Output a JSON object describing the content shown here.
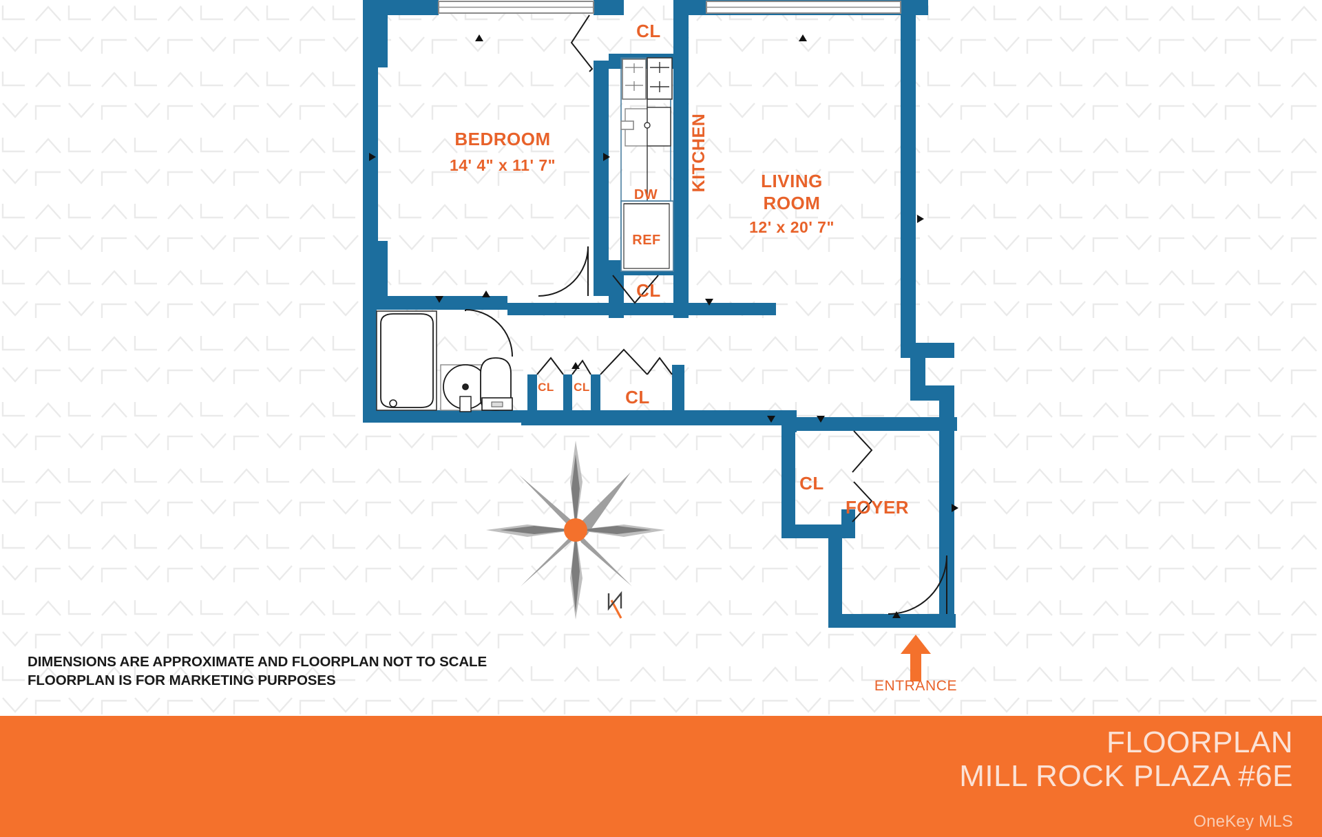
{
  "document": {
    "type": "floorplan",
    "disclaimer": "DIMENSIONS ARE APPROXIMATE AND FLOORPLAN NOT TO SCALE\nFLOORPLAN IS FOR MARKETING PURPOSES"
  },
  "footer": {
    "line1": "FLOORPLAN",
    "line2": "MILL ROCK PLAZA #6E",
    "mls": "OneKey MLS",
    "background_color": "#F4712C",
    "text_color": "#FBE2D6"
  },
  "colors": {
    "wall": "#1C6E9E",
    "label": "#E8622A",
    "accent_orange": "#F4712C",
    "watermark": "#E9E9E9",
    "fixture_line": "#222222"
  },
  "rooms": [
    {
      "key": "bedroom",
      "name": "BEDROOM",
      "dimensions": "14' 4\" x 11' 7\""
    },
    {
      "key": "living_room",
      "name": "LIVING\nROOM",
      "name_line1": "LIVING",
      "name_line2": "ROOM",
      "dimensions": "12' x 20' 7\""
    },
    {
      "key": "kitchen",
      "name": "KITCHEN",
      "dimensions": ""
    },
    {
      "key": "foyer",
      "name": "FOYER",
      "dimensions": ""
    }
  ],
  "closets": [
    {
      "id": "cl-top",
      "label": "CL"
    },
    {
      "id": "cl-kitchen-south",
      "label": "CL"
    },
    {
      "id": "cl-small-left",
      "label": "CL"
    },
    {
      "id": "cl-small-right",
      "label": "CL"
    },
    {
      "id": "cl-hall",
      "label": "CL"
    },
    {
      "id": "cl-foyer",
      "label": "CL"
    }
  ],
  "appliances": [
    {
      "id": "dishwasher",
      "label": "DW"
    },
    {
      "id": "refrigerator",
      "label": "REF"
    }
  ],
  "annotations": {
    "entrance": "ENTRANCE",
    "compass_north": "N"
  }
}
